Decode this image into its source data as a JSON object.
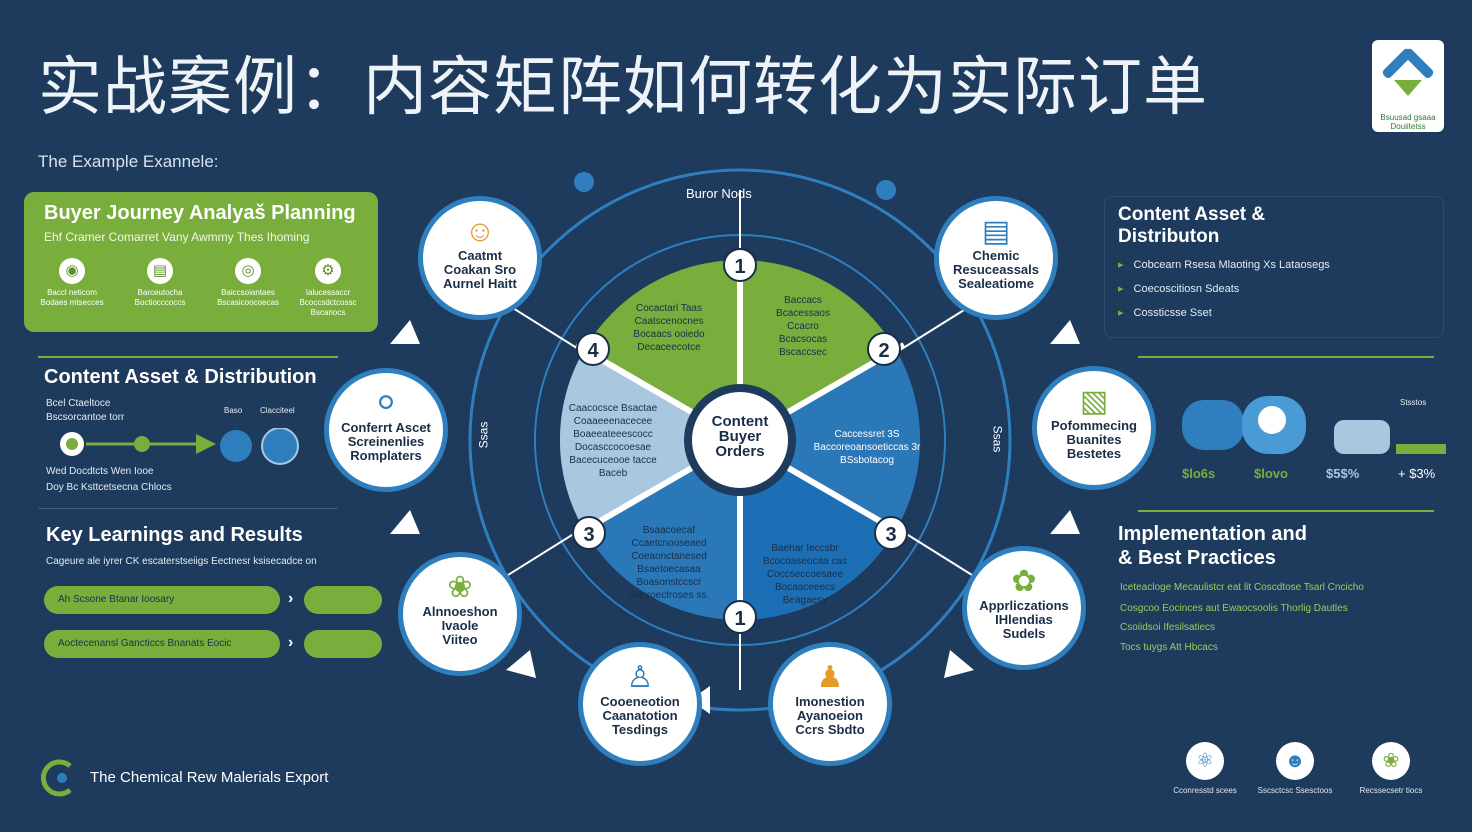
{
  "title": "实战案例：内容矩阵如何转化为实际订单",
  "subtitle": "The Example Exannele:",
  "logo": {
    "text": "Bsuusad gsaaa\nDouiitetss"
  },
  "buyer_panel": {
    "title": "Buyer Journey Analyaš Planning",
    "sub": "Ehf Cramer Comarret Vany Awmmy  Thes Ihoming",
    "items": [
      {
        "icon": "lock-icon",
        "text": "Baccl neticom\nBodaes mtsecces"
      },
      {
        "icon": "chart-icon",
        "text": "Barceutocha\nBoctiocccoccs"
      },
      {
        "icon": "target-icon",
        "text": "Baiccsoiantaes\nBscasicoocoecas"
      },
      {
        "icon": "gear-icon",
        "text": "Ialucessaccr\nBcoccsdctcossc\nBscanocs"
      }
    ]
  },
  "content_left": {
    "title": "Content Asset & Distribution",
    "lines": [
      "Bcel Ctaeltoce",
      "Bscsorcantoe torr"
    ],
    "labels": [
      "Baso",
      "Clacciteel"
    ],
    "foot": [
      "Wed Docdtcts Wen Iooe",
      "Doy Bc Ksttcetsecna Chlocs"
    ]
  },
  "learnings": {
    "title": "Key Learnings  and Results",
    "sub": "Cageure ale iyrer CK escaterstseiigs Eectnesr ksisecadce on",
    "pills": [
      "Ah Scsone Btanar Ioosary",
      "Aoctecenansl Gancticcs Bnanats Eocic"
    ]
  },
  "diagram": {
    "buyer_node": "Buror Nods",
    "center": "Content\nBuyer\nOrders",
    "numbers": [
      "1",
      "2",
      "3",
      "1",
      "3",
      "4"
    ],
    "left_side": "Ssas",
    "right_side": "Ssas",
    "segments": {
      "top_left": "Cocactarl Taas\nCaatscenocnes\nBocaacs ooiedo\nDecaceecotce",
      "top_right": "Baccacs\nBcacessaos\nCcacro\nBcacsocas\nBscaccsec",
      "left": "Caacocsce Bsactae\nCoaaeeenacecee\nBoaeeateeescocc\nDocasccocoesae\nBacecuceooe tacce\nBaceb",
      "right": "Caccessret 3S\nBaccoreoansoeticcas 3r\nBSsbotacog",
      "bottom_left": "Bsaacoecaf\nCcaetcnooseaed\nCoeaonctanesed\nBsaetoecasaa\nBoasonstccscr\nNacroectroses ss.",
      "bottom_right": "Baehar Ieccsbr\nBcocoaseocaa cas\nCoccseccoesaee\nBocaaceeecs\nBeagaesy"
    },
    "nodes": [
      {
        "icon": "people-icon",
        "label": "Caatmt\nCoakan Sro\nAurnel Haitt"
      },
      {
        "icon": "bucket-icon",
        "label": "Chemic\nResuceassals\nSealeatiome"
      },
      {
        "icon": "chart-icon",
        "label": "Pofommecing\nBuanites\nBestetes"
      },
      {
        "icon": "plant-icon",
        "label": "Apprliczations\nIHlendias\nSudels"
      },
      {
        "icon": "team-icon",
        "label": "Imonestion\nAyanoeion\nCcrs Sbdto"
      },
      {
        "icon": "person-icon",
        "label": "Cooeneotion\nCaanatotion\nTesdings"
      },
      {
        "icon": "leaf-icon",
        "label": "Alnnoeshon\nIvaole\nViiteo"
      },
      {
        "icon": "globe-icon",
        "label": "Conferrt Ascet\nScreinenlies\nRomplaters"
      }
    ]
  },
  "right_top": {
    "title": "Content Asset  &\nDistributon",
    "bullets": [
      "Cobcearn Rsesa Mlaoting Xs Lataosegs",
      "Coecoscitiosn Sdeats",
      "Cossticsse Sset"
    ]
  },
  "stats": {
    "note": "Stsstos",
    "values": [
      "$lo6s",
      "$lovo",
      "$5$%",
      "+ $3%"
    ]
  },
  "impl": {
    "title": "Implementation and\n& Best Practices",
    "lines": [
      "Iceteacloge Mecaulistcr eat lit Coscdtose Tsarl Cncicho",
      "Cosgcoo Eocinces aut Ewaocsoolis Thorlig Dautles",
      "Csoiidsoi Ifesilsatiecs",
      "Tocs tuygs Att Hbcacs"
    ]
  },
  "footer": {
    "brand": "The Chemical Rew Malerials Export",
    "icons": [
      {
        "icon": "flask-icon",
        "label": "Cconresstd scees"
      },
      {
        "icon": "user-icon",
        "label": "Sscsctcsc Ssesctoos"
      },
      {
        "icon": "leaf-icon",
        "label": "Recssecsetr tiocs"
      }
    ]
  },
  "colors": {
    "bg": "#1e3a5c",
    "green": "#7aae3c",
    "blue": "#2f7fbf",
    "light_blue": "#a9c8e0"
  }
}
